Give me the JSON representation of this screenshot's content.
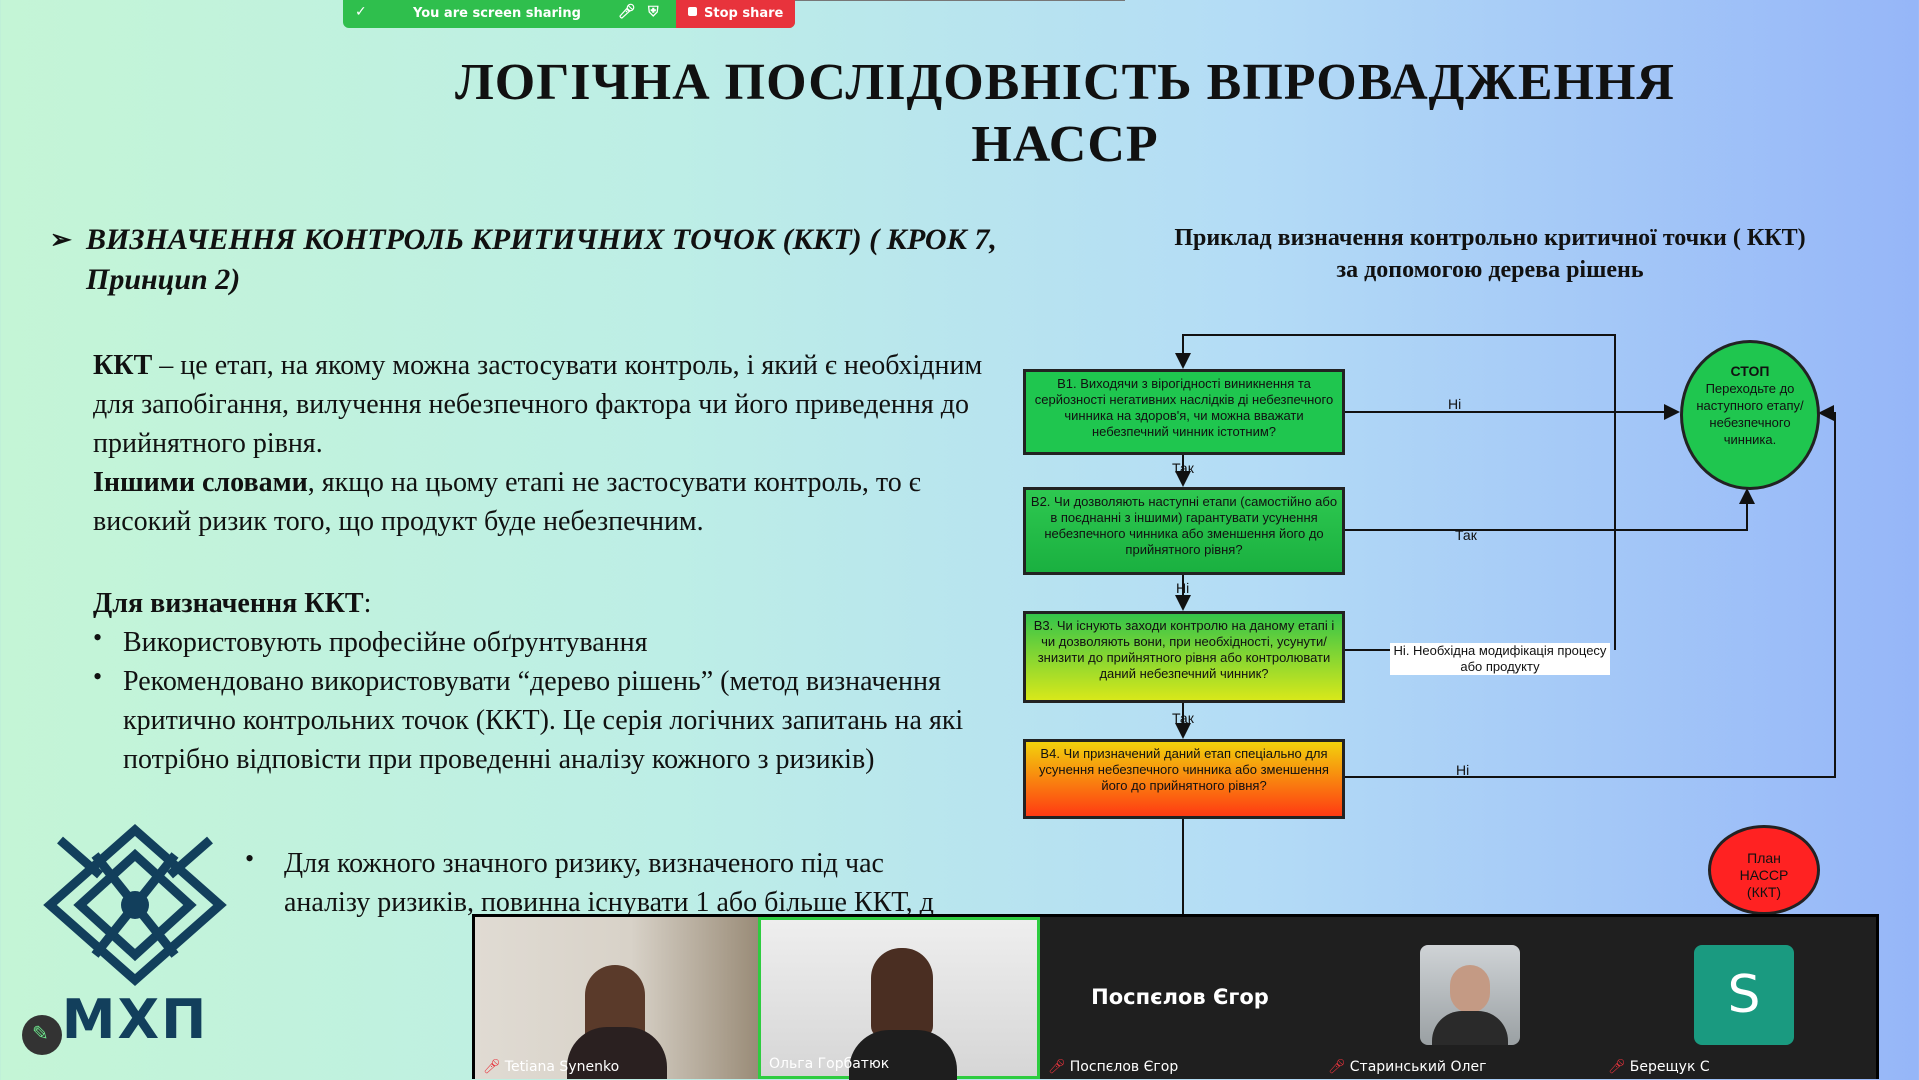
{
  "share_bar": {
    "label": "You are screen sharing",
    "stop_label": "Stop share"
  },
  "slide": {
    "title_line1": "ЛОГІЧНА ПОСЛІДОВНІСТЬ ВПРОВАДЖЕННЯ",
    "title_line2": "НАССР",
    "step_line1": "ВИЗНАЧЕННЯ КОНТРОЛЬ КРИТИЧНИХ ТОЧОК (ККТ) ( КРОК 7,",
    "step_line2": "Принцип 2)",
    "example_title_line1": "Приклад визначення контрольно критичної точки ( ККТ)",
    "example_title_line2": "за допомогою дерева рішень",
    "def_term": "ККТ",
    "def_text": " – це етап, на якому можна застосувати контроль, і який є необхідним для запобігання, вилучення небезпечного фактора чи його приведення до прийнятного рівня.",
    "other_words": "Іншими словами",
    "other_text": ", якщо на цьому етапі не застосувати контроль, то є високий ризик того, що продукт буде небезпечним.",
    "determine_heading": "Для визначення ККТ",
    "determine_colon": ":",
    "bullets": [
      "Використовують професійне обґрунтування",
      "Рекомендовано використовувати “дерево рішень” (метод визначення критично контрольних точок (ККТ). Це серія логічних запитань на які потрібно відповісти при проведенні аналізу кожного з ризиків)"
    ],
    "sub_bullet": "Для кожного значного ризику, визначеного під час аналізу ризиків, повинна існувати 1 або більше ККТ, д",
    "logo_text": "МХП"
  },
  "flowchart": {
    "b1": "В1. Виходячи з вірогідності виникнення та серйозності негативних наслідків ді небезпечного чинника на здоров'я, чи можна вважати небезпечний чинник істотним?",
    "b2": "В2. Чи дозволяють наступні етапи (самостійно або в поєднанні з іншими) гарантувати усунення небезпечного чинника або зменшення його до прийнятного рівня?",
    "b3": "В3. Чи існують заходи контролю на даному етапі і чи дозволяють вони, при необхідності, усунути/ знизити до прийнятного рівня або контролювати даний небезпечний чинник?",
    "b4": "В4. Чи призначений даний етап спеціально для усунення небезпечного чинника або зменшення його до прийнятного рівня?",
    "stop_title": "СТОП",
    "stop_text": "Переходьте до наступного етапу/ небезпечного чинника.",
    "plan_text": "План НАССР (ККТ)",
    "yes": "Так",
    "no": "Ні",
    "modif": "Ні. Необхідна модифікація процесу або продукту",
    "colors": {
      "green": "#1fc64f",
      "red": "#ff2222",
      "yellow": "#e8e80a"
    }
  },
  "participants": [
    {
      "name": "Tetiana Synenko",
      "muted": true
    },
    {
      "name": "Ольга Горбатюк",
      "muted": false
    },
    {
      "name": "Поспєлов Єгор",
      "muted": true,
      "display": "Поспєлов Єгор"
    },
    {
      "name": "Старинський Олег",
      "muted": true
    },
    {
      "name": "Берещук С",
      "muted": true,
      "avatar_letter": "S"
    }
  ]
}
